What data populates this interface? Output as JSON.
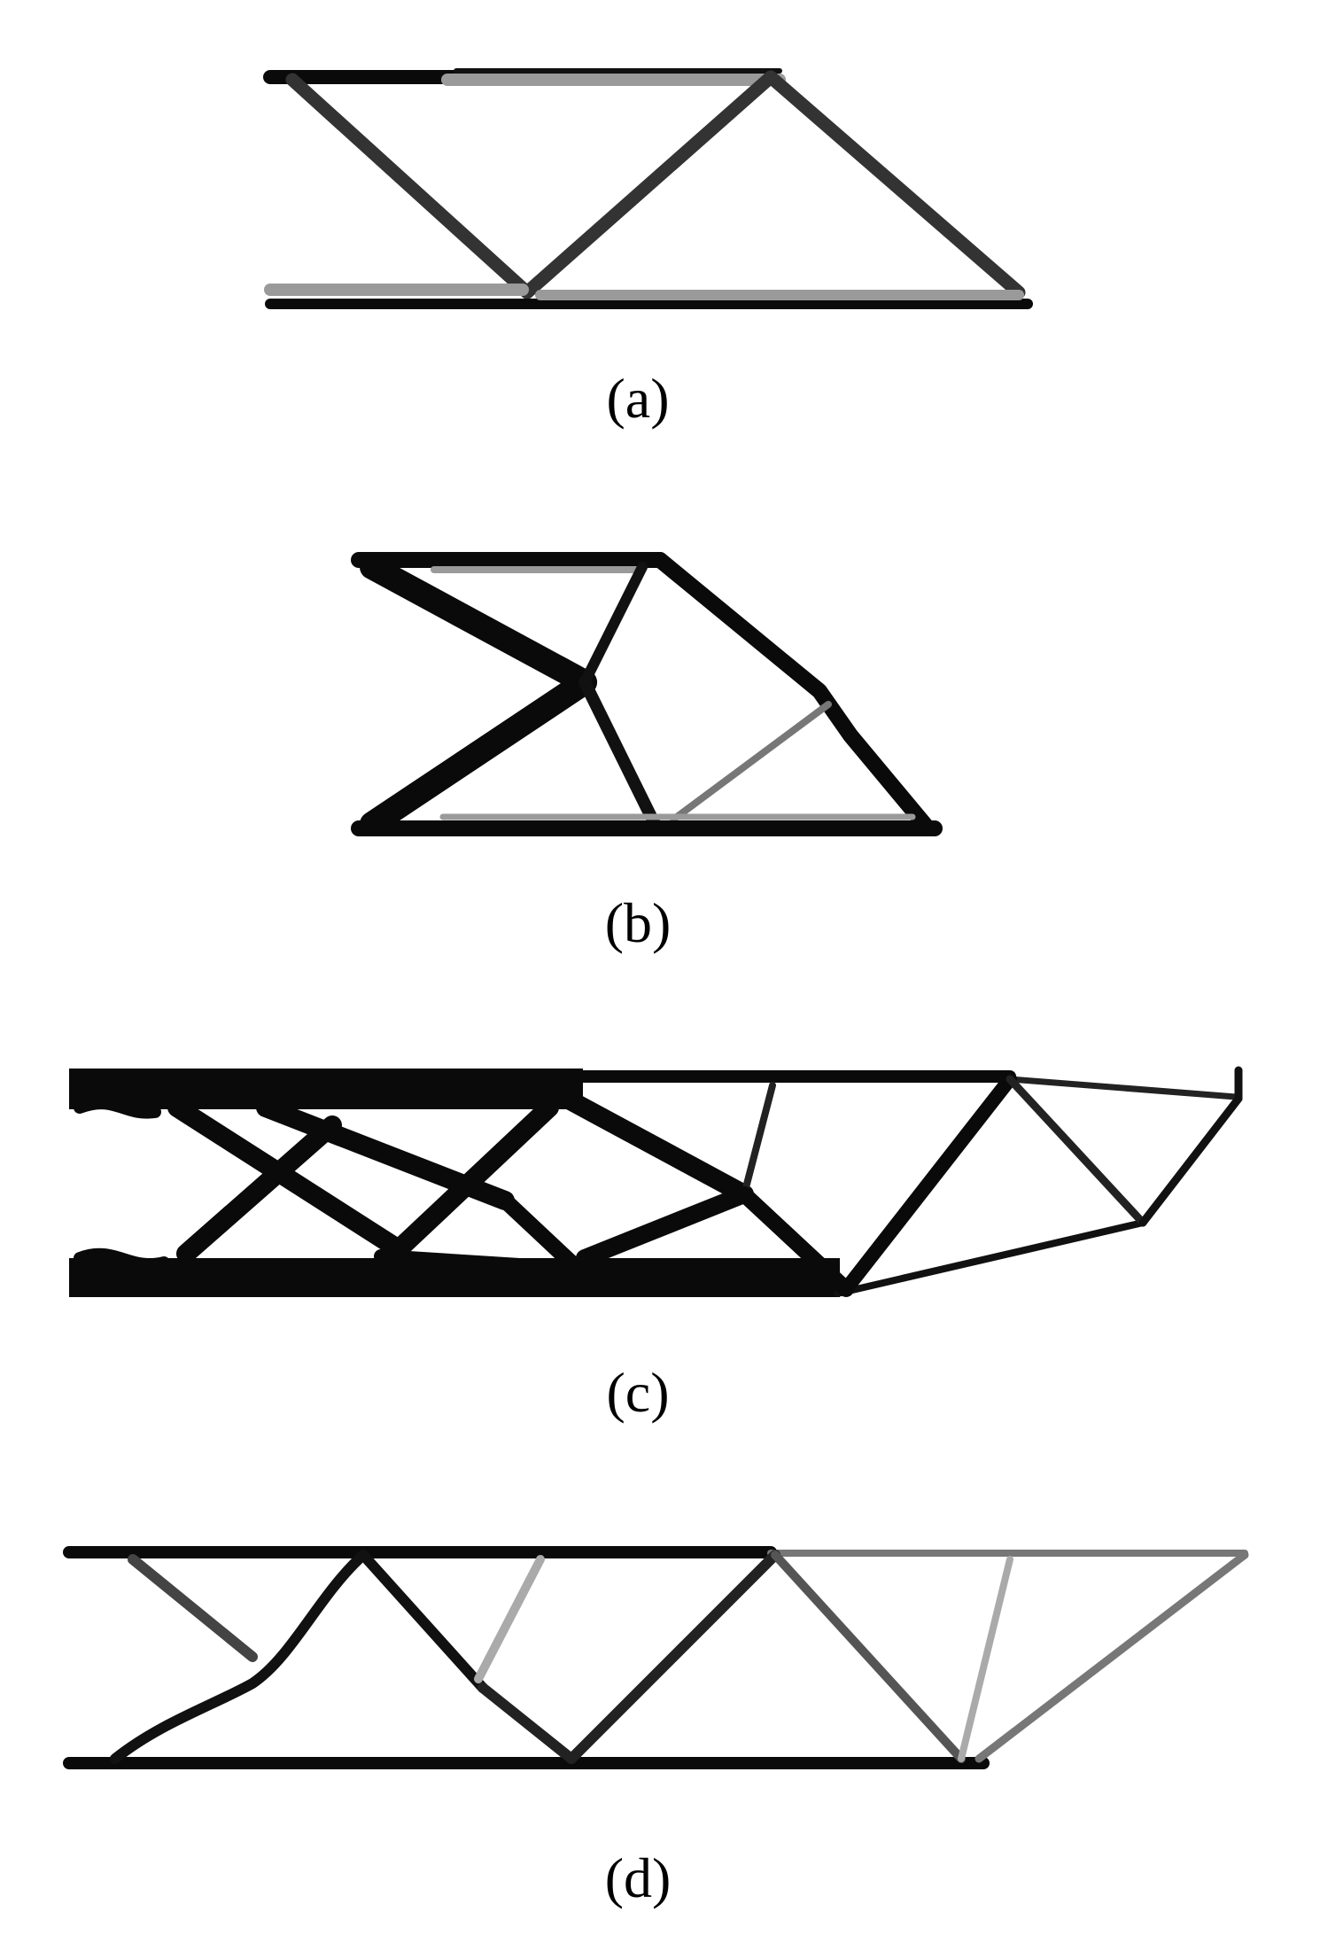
{
  "figure": {
    "panels": [
      {
        "id": "a",
        "label": "(a)"
      },
      {
        "id": "b",
        "label": "(b)"
      },
      {
        "id": "c",
        "label": "(c)"
      },
      {
        "id": "d",
        "label": "(d)"
      }
    ],
    "colors": {
      "solid": "#0a0a0a",
      "dark": "#222222",
      "mid": "#555555",
      "light": "#9a9a9a",
      "background": "#ffffff"
    }
  }
}
